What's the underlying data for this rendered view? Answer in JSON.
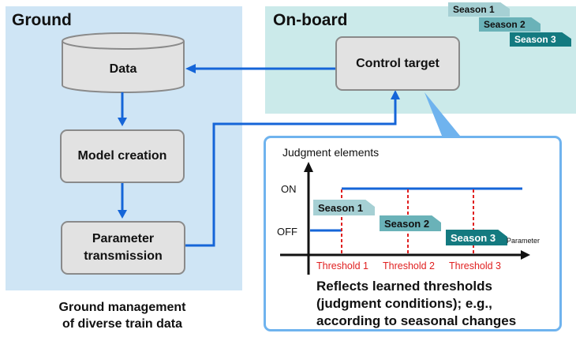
{
  "ground": {
    "title": "Ground",
    "data_label": "Data",
    "model_creation": "Model creation",
    "parameter_transmission_line1": "Parameter",
    "parameter_transmission_line2": "transmission",
    "caption_line1": "Ground management",
    "caption_line2": "of diverse train data"
  },
  "onboard": {
    "title": "On-board",
    "control_target": "Control target",
    "season_tags": [
      "Season 1",
      "Season 2",
      "Season 3"
    ]
  },
  "callout": {
    "y_axis_title": "Judgment elements",
    "on_label": "ON",
    "off_label": "OFF",
    "x_axis_label": "Parameter",
    "season_tags": [
      "Season 1",
      "Season 2",
      "Season 3"
    ],
    "thresholds": [
      "Threshold 1",
      "Threshold 2",
      "Threshold 3"
    ],
    "description_line1": "Reflects learned thresholds",
    "description_line2": "(judgment conditions); e.g.,",
    "description_line3": "according to seasonal changes"
  },
  "colors": {
    "ground_bg": "#cfe5f5",
    "onboard_bg": "#cbeaea",
    "arrow_blue": "#1565d8",
    "callout_border": "#6fb3ee",
    "threshold_red": "#e02020",
    "season1": "#a6d0d4",
    "season2": "#6ab2b8",
    "season3": "#147a80"
  }
}
